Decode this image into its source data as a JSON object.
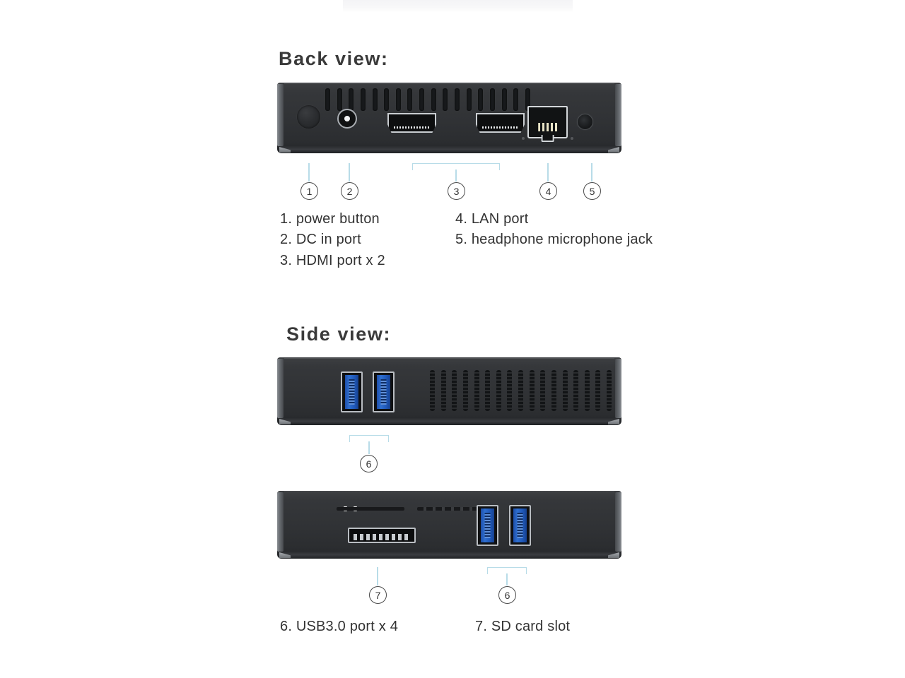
{
  "page": {
    "background": "#ffffff",
    "accent_callout_color": "#b8dce8",
    "text_color": "#333333",
    "usb_blue": "#2f6fd0",
    "metal_gray": "#b9bdc2"
  },
  "sections": [
    {
      "id": "back",
      "heading": "Back view:"
    },
    {
      "id": "side",
      "heading": "Side view:"
    }
  ],
  "back_view": {
    "heading": "Back view:",
    "ports": [
      {
        "num": "1",
        "name": "power button"
      },
      {
        "num": "2",
        "name": "DC in port"
      },
      {
        "num": "3",
        "name": "HDMI port x 2"
      },
      {
        "num": "4",
        "name": "LAN port"
      },
      {
        "num": "5",
        "name": "headphone microphone jack"
      }
    ],
    "callouts": [
      {
        "label": "1",
        "type": "line"
      },
      {
        "label": "2",
        "type": "line"
      },
      {
        "label": "3",
        "type": "bracket"
      },
      {
        "label": "4",
        "type": "line"
      },
      {
        "label": "5",
        "type": "line"
      }
    ],
    "legend_column_left": [
      "1. power button",
      "2. DC in port",
      "3. HDMI port x 2"
    ],
    "legend_column_right": [
      "4. LAN port",
      "5. headphone microphone jack"
    ]
  },
  "side_view": {
    "heading": "Side view:",
    "callouts": [
      {
        "label": "6",
        "type": "bracket"
      },
      {
        "label": "7",
        "type": "line"
      },
      {
        "label": "6",
        "type": "bracket"
      }
    ],
    "legend_column_left": [
      "6. USB3.0 port x 4"
    ],
    "legend_column_right": [
      "7. SD card slot"
    ]
  }
}
